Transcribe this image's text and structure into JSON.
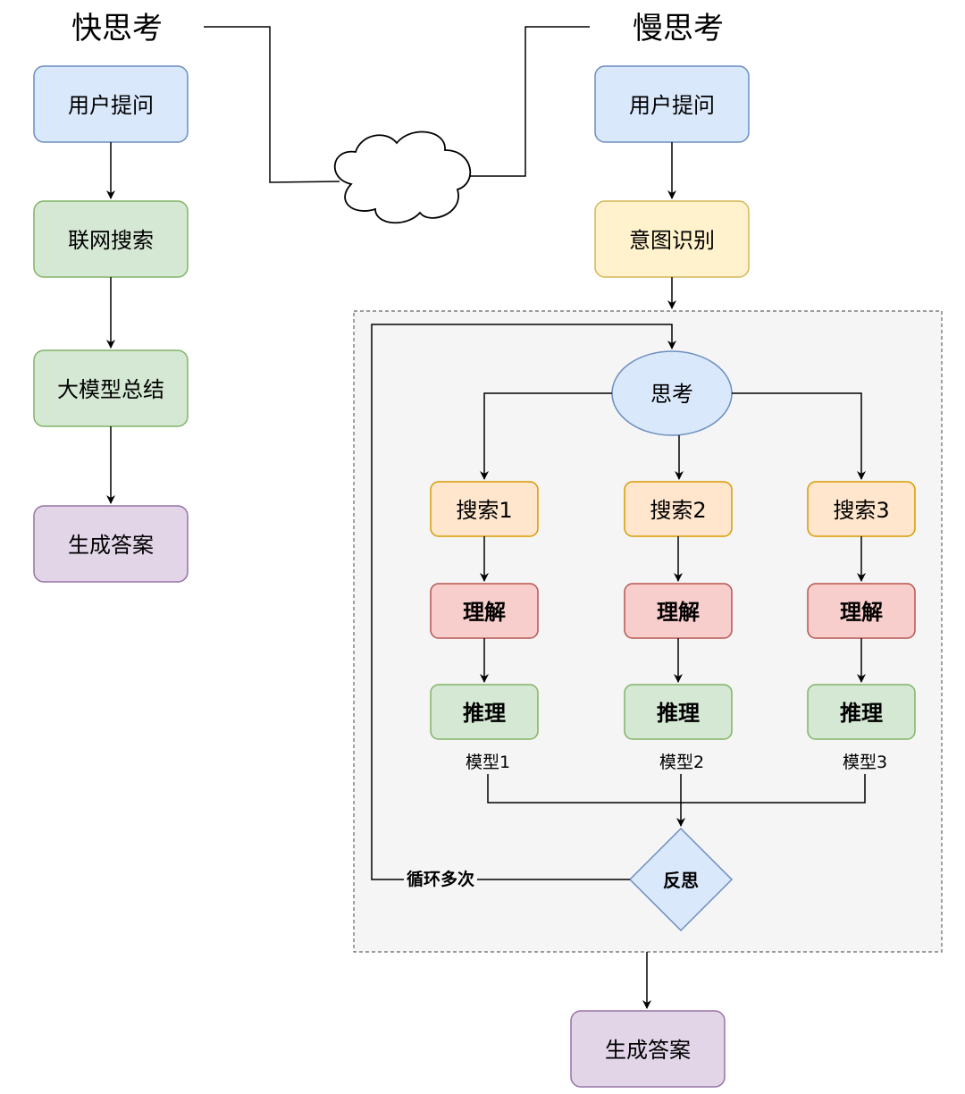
{
  "fast": {
    "title": "快思考",
    "nodes": [
      {
        "label": "用户提问",
        "fill": "#dae8fc",
        "stroke": "#6c8ebf"
      },
      {
        "label": "联网搜索",
        "fill": "#d5e8d4",
        "stroke": "#82b366"
      },
      {
        "label": "大模型总结",
        "fill": "#d5e8d4",
        "stroke": "#82b366"
      },
      {
        "label": "生成答案",
        "fill": "#e1d5e7",
        "stroke": "#9673a6"
      }
    ]
  },
  "slow": {
    "title": "慢思考",
    "question": {
      "label": "用户提问",
      "fill": "#dae8fc",
      "stroke": "#6c8ebf"
    },
    "intent": {
      "label": "意图识别",
      "fill": "#fff2cc",
      "stroke": "#d6b656"
    },
    "think": {
      "label": "思考",
      "fill": "#dae8fc",
      "stroke": "#6c8ebf"
    },
    "branches": [
      {
        "search": "搜索1",
        "understand": "理解",
        "reason": "推理",
        "model": "模型1"
      },
      {
        "search": "搜索2",
        "understand": "理解",
        "reason": "推理",
        "model": "模型2"
      },
      {
        "search": "搜索3",
        "understand": "理解",
        "reason": "推理",
        "model": "模型3"
      }
    ],
    "search_style": {
      "fill": "#ffe6cc",
      "stroke": "#d79b00"
    },
    "understand_style": {
      "fill": "#f8cecc",
      "stroke": "#b85450"
    },
    "reason_style": {
      "fill": "#d5e8d4",
      "stroke": "#82b366"
    },
    "reflect": {
      "label": "反思",
      "fill": "#dae8fc",
      "stroke": "#6c8ebf"
    },
    "loop_label": "循环多次",
    "answer": {
      "label": "生成答案",
      "fill": "#e1d5e7",
      "stroke": "#9673a6"
    },
    "container": {
      "fill": "#f5f5f5",
      "stroke": "#666666"
    }
  }
}
